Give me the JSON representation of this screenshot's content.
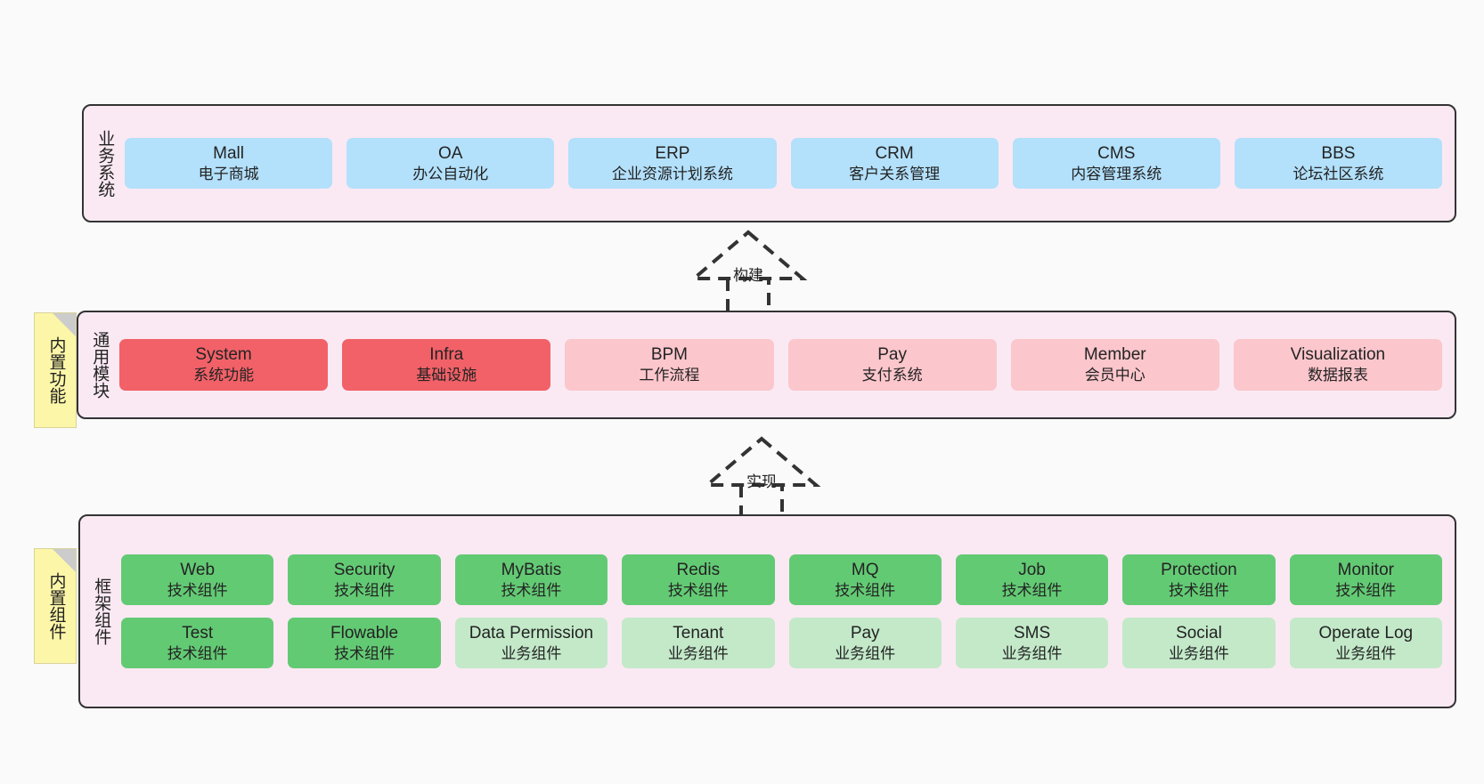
{
  "diagram": {
    "background_color": "#fafafa",
    "layer_fill": "#fae9f3",
    "layer_border": "#333333"
  },
  "layers": [
    {
      "id": "business",
      "label": "业务系统",
      "cells": [
        {
          "t1": "Mall",
          "t2": "电子商城",
          "color": "#b3e0fb",
          "style": "c-blue"
        },
        {
          "t1": "OA",
          "t2": "办公自动化",
          "color": "#b3e0fb",
          "style": "c-blue"
        },
        {
          "t1": "ERP",
          "t2": "企业资源计划系统",
          "color": "#b3e0fb",
          "style": "c-blue"
        },
        {
          "t1": "CRM",
          "t2": "客户关系管理",
          "color": "#b3e0fb",
          "style": "c-blue"
        },
        {
          "t1": "CMS",
          "t2": "内容管理系统",
          "color": "#b3e0fb",
          "style": "c-blue"
        },
        {
          "t1": "BBS",
          "t2": "论坛社区系统",
          "color": "#b3e0fb",
          "style": "c-blue"
        }
      ]
    },
    {
      "id": "common",
      "label": "通用模块",
      "note": "内置功能",
      "cells": [
        {
          "t1": "System",
          "t2": "系统功能",
          "color": "#f26168",
          "style": "c-red"
        },
        {
          "t1": "Infra",
          "t2": "基础设施",
          "color": "#f26168",
          "style": "c-red"
        },
        {
          "t1": "BPM",
          "t2": "工作流程",
          "color": "#fbc6cc",
          "style": "c-pink"
        },
        {
          "t1": "Pay",
          "t2": "支付系统",
          "color": "#fbc6cc",
          "style": "c-pink"
        },
        {
          "t1": "Member",
          "t2": "会员中心",
          "color": "#fbc6cc",
          "style": "c-pink"
        },
        {
          "t1": "Visualization",
          "t2": "数据报表",
          "color": "#fbc6cc",
          "style": "c-pink"
        }
      ]
    },
    {
      "id": "framework",
      "label": "框架组件",
      "note": "内置组件",
      "row1": [
        {
          "t1": "Web",
          "t2": "技术组件",
          "color": "#63ca74",
          "style": "c-green"
        },
        {
          "t1": "Security",
          "t2": "技术组件",
          "color": "#63ca74",
          "style": "c-green"
        },
        {
          "t1": "MyBatis",
          "t2": "技术组件",
          "color": "#63ca74",
          "style": "c-green"
        },
        {
          "t1": "Redis",
          "t2": "技术组件",
          "color": "#63ca74",
          "style": "c-green"
        },
        {
          "t1": "MQ",
          "t2": "技术组件",
          "color": "#63ca74",
          "style": "c-green"
        },
        {
          "t1": "Job",
          "t2": "技术组件",
          "color": "#63ca74",
          "style": "c-green"
        },
        {
          "t1": "Protection",
          "t2": "技术组件",
          "color": "#63ca74",
          "style": "c-green"
        },
        {
          "t1": "Monitor",
          "t2": "技术组件",
          "color": "#63ca74",
          "style": "c-green"
        }
      ],
      "row2": [
        {
          "t1": "Test",
          "t2": "技术组件",
          "color": "#63ca74",
          "style": "c-green"
        },
        {
          "t1": "Flowable",
          "t2": "技术组件",
          "color": "#63ca74",
          "style": "c-green"
        },
        {
          "t1": "Data Permission",
          "t2": "业务组件",
          "color": "#c3e9c9",
          "style": "c-lightgreen"
        },
        {
          "t1": "Tenant",
          "t2": "业务组件",
          "color": "#c3e9c9",
          "style": "c-lightgreen"
        },
        {
          "t1": "Pay",
          "t2": "业务组件",
          "color": "#c3e9c9",
          "style": "c-lightgreen"
        },
        {
          "t1": "SMS",
          "t2": "业务组件",
          "color": "#c3e9c9",
          "style": "c-lightgreen"
        },
        {
          "t1": "Social",
          "t2": "业务组件",
          "color": "#c3e9c9",
          "style": "c-lightgreen"
        },
        {
          "t1": "Operate Log",
          "t2": "业务组件",
          "color": "#c3e9c9",
          "style": "c-lightgreen"
        }
      ]
    }
  ],
  "connectors": [
    {
      "id": "build",
      "label": "构建",
      "from": "common",
      "to": "business",
      "style": "dashed-generalization"
    },
    {
      "id": "implement",
      "label": "实现",
      "from": "framework",
      "to": "common",
      "style": "dashed-generalization"
    }
  ]
}
